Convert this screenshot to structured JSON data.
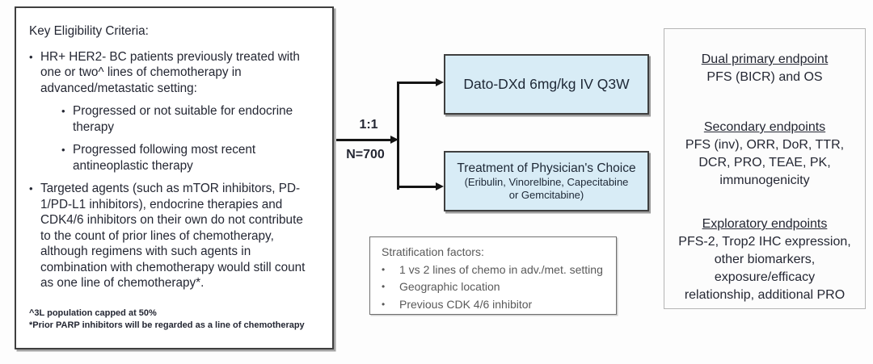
{
  "eligibility": {
    "title": "Key Eligibility Criteria:",
    "bullet1": "HR+ HER2- BC patients previously treated with\none or two^ lines of chemotherapy in\nadvanced/metastatic setting:",
    "sub_bullets": [
      "Progressed or not suitable for endocrine\ntherapy",
      "Progressed following most recent\nantineoplastic therapy"
    ],
    "bullet2": "Targeted agents (such as mTOR inhibitors, PD-\n1/PD-L1 inhibitors), endocrine therapies and\nCDK4/6 inhibitors on their own do not contribute\nto the count of prior lines of chemotherapy,\nalthough regimens with such agents in\ncombination with chemotherapy would still count\nas one line of chemotherapy*.",
    "footnotes": [
      "^3L population capped at 50%",
      "*Prior PARP inhibitors will be regarded as a line of chemotherapy"
    ]
  },
  "randomization": {
    "ratio": "1:1",
    "n": "N=700"
  },
  "arms": [
    {
      "label": "Dato-DXd 6mg/kg IV Q3W"
    },
    {
      "label": "Treatment of Physician's Choice",
      "sub": "(Eribulin, Vinorelbine, Capecitabine\nor Gemcitabine)"
    }
  ],
  "stratification": {
    "title": "Stratification factors:",
    "items": [
      "1 vs 2 lines of chemo in adv./met. setting",
      "Geographic location",
      "Previous CDK 4/6 inhibitor"
    ],
    "bullet_glyph": "•"
  },
  "endpoints": [
    {
      "heading": "Dual primary endpoint",
      "body": "PFS (BICR) and OS"
    },
    {
      "heading": "Secondary endpoints",
      "body": "PFS (inv), ORR, DoR, TTR,\nDCR, PRO, TEAE, PK,\nimmunogenicity"
    },
    {
      "heading": "Exploratory endpoints",
      "body": "PFS-2, Trop2 IHC expression,\nother biomarkers,\nexposure/efficacy\nrelationship, additional PRO"
    }
  ],
  "colors": {
    "ink": "#242733",
    "line": "#151515",
    "arm-fill": "#d8ecf6",
    "box-border": "#3f3f3f",
    "gray-text": "#595959",
    "light-border": "#b5b5b5",
    "strat-border": "#707070"
  },
  "bullet_glyph": "•"
}
